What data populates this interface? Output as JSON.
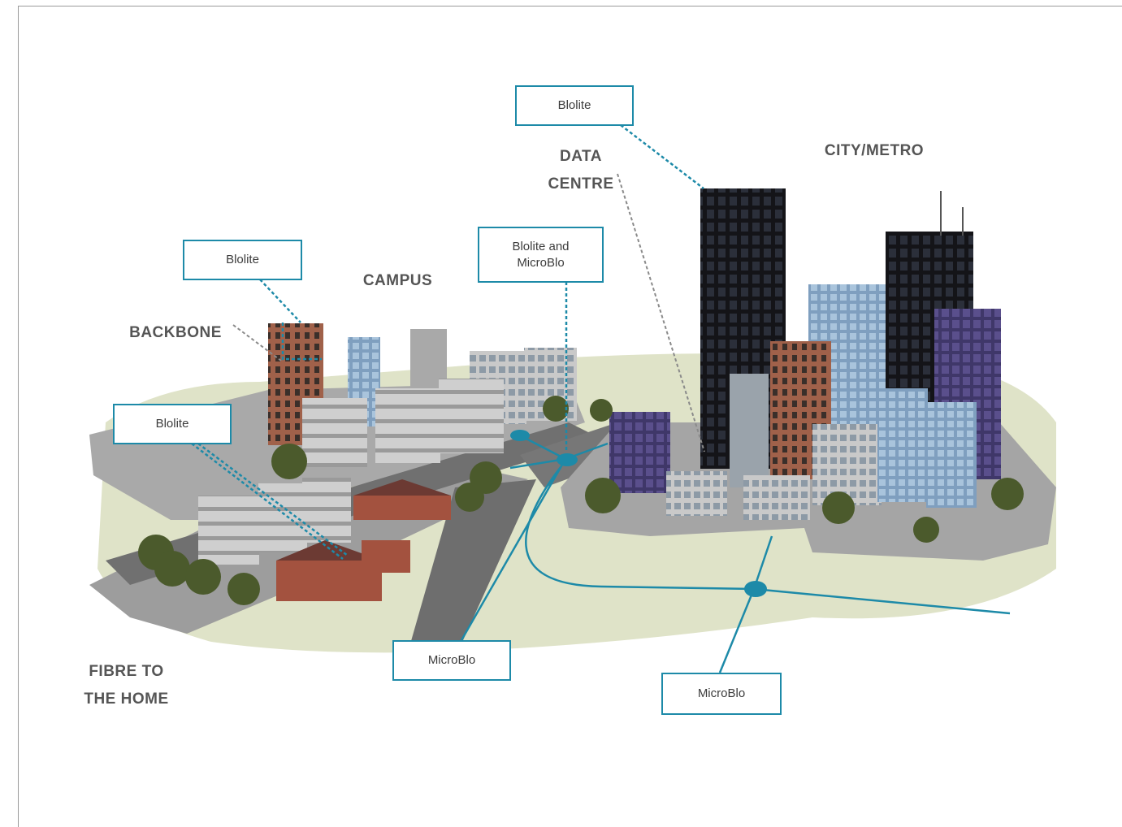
{
  "zones": {
    "city_metro": "CITY/METRO",
    "data_centre_line1": "DATA",
    "data_centre_line2": "CENTRE",
    "campus": "CAMPUS",
    "backbone": "BACKBONE",
    "ftth_line1": "FIBRE TO",
    "ftth_line2": "THE HOME"
  },
  "callouts": {
    "blolite_metro": "Blolite",
    "blolite_microblo_line1": "Blolite and",
    "blolite_microblo_line2": "MicroBlo",
    "blolite_campus": "Blolite",
    "blolite_home": "Blolite",
    "microblo_road": "MicroBlo",
    "microblo_metro": "MicroBlo"
  },
  "colors": {
    "fibre": "#1d8aa8",
    "label": "#555555",
    "ground": "#dfe3c8",
    "pavement": "#a7a7a7",
    "road": "#707070"
  }
}
